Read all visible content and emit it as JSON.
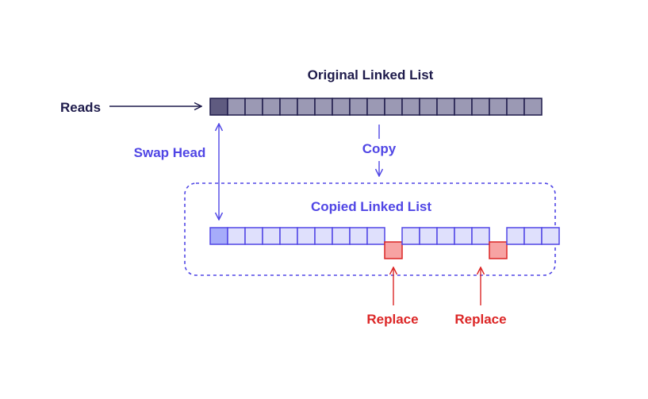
{
  "labels": {
    "original_title": "Original Linked List",
    "reads": "Reads",
    "swap_head": "Swap Head",
    "copy": "Copy",
    "copied_title": "Copied Linked List",
    "replace_1": "Replace",
    "replace_2": "Replace"
  },
  "original_list": {
    "node_count": 19
  },
  "copied_list": {
    "segments": [
      {
        "nodes": 10,
        "first_is_head": true
      },
      {
        "nodes": 5
      },
      {
        "nodes": 3
      }
    ],
    "replaced_count": 2
  },
  "colors": {
    "dark_text": "#1e1b4b",
    "blue_text": "#5046e5",
    "red_text": "#dc2626",
    "original_node_fill": "#9b99b4",
    "original_head_fill": "#5f5b80",
    "original_stroke": "#1e1b4b",
    "copied_node_fill": "#dfe0fc",
    "copied_head_fill": "#a6acfa",
    "copied_stroke": "#5046e5",
    "replaced_fill": "#f7a3a3",
    "replaced_stroke": "#dc2626"
  }
}
